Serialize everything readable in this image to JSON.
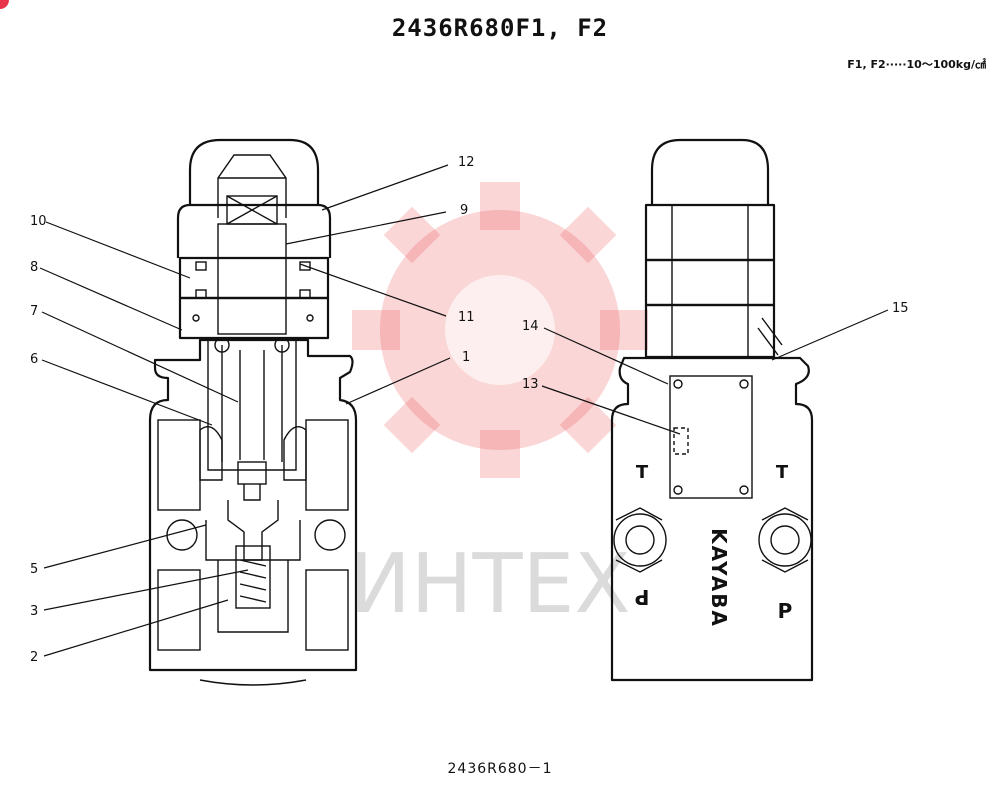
{
  "drawing": {
    "title": "2436R680F1, F2",
    "spec": "F1, F2·····10～100kg/㎠",
    "footer": "2436R680－1",
    "watermark": "ИНТЕХ",
    "brand_text": "KAYABA",
    "port_p": "P",
    "port_t": "T",
    "part_numbers": [
      "1",
      "2",
      "3",
      "5",
      "6",
      "7",
      "8",
      "9",
      "10",
      "11",
      "12",
      "13",
      "14",
      "15"
    ]
  },
  "colors": {
    "accent": "#e9434a",
    "line": "#111111"
  }
}
